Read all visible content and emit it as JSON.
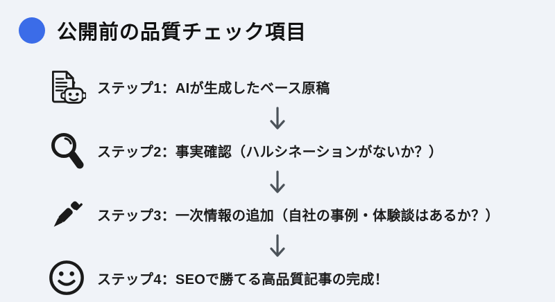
{
  "title": {
    "text": "公開前の品質チェック項目",
    "bullet": "blue-dot"
  },
  "steps": [
    {
      "icon": "ai-document-robot-icon",
      "label": "ステップ1：AIが生成したベース原稿"
    },
    {
      "icon": "magnifier-icon",
      "label": "ステップ2：事実確認（ハルシネーションがないか？）"
    },
    {
      "icon": "pen-icon",
      "label": "ステップ3：一次情報の追加（自社の事例・体験談はあるか？）"
    },
    {
      "icon": "smiley-icon",
      "label": "ステップ4：SEOで勝てる高品質記事の完成！"
    }
  ],
  "arrow": {
    "icon": "down-arrow-icon",
    "glyph": "↓"
  },
  "colors": {
    "background": "#f0f3f8",
    "text": "#1c1c1c",
    "icon": "#1a1a1a",
    "accent_blue": "#3b6ce8",
    "arrow_gray": "#4b5259"
  }
}
